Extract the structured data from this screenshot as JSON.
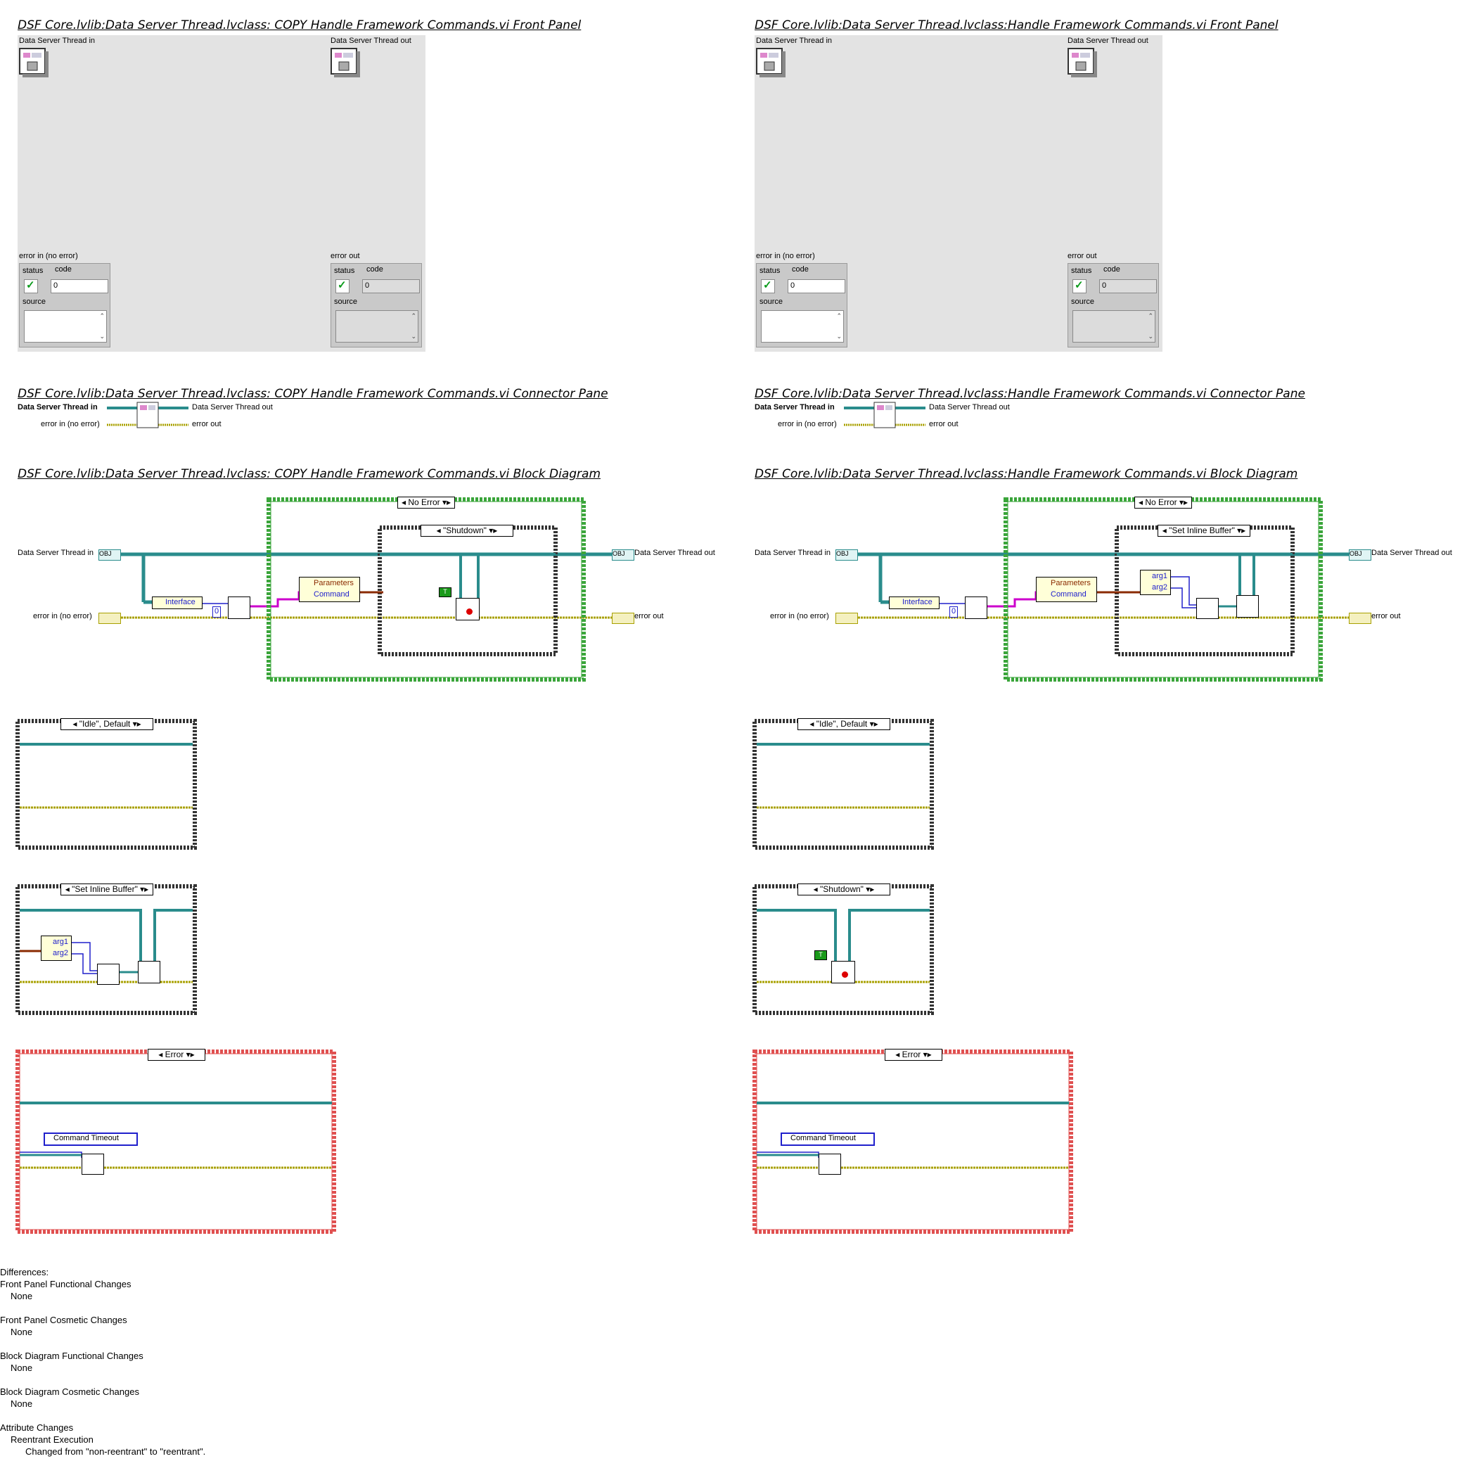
{
  "panels": [
    {
      "front_panel_title": "DSF Core.lvlib:Data Server Thread.lvclass:  COPY  Handle Framework Commands.vi Front Panel",
      "connector_pane_title": "DSF Core.lvlib:Data Server Thread.lvclass:  COPY  Handle Framework Commands.vi Connector Pane",
      "block_diagram_title": "DSF Core.lvlib:Data Server Thread.lvclass:  COPY  Handle Framework Commands.vi Block Diagram",
      "inner_case_selector": "\"Shutdown\"",
      "other_case_selector": "\"Set Inline Buffer\""
    },
    {
      "front_panel_title": "DSF Core.lvlib:Data Server Thread.lvclass:Handle Framework Commands.vi Front Panel",
      "connector_pane_title": "DSF Core.lvlib:Data Server Thread.lvclass:Handle Framework Commands.vi Connector Pane",
      "block_diagram_title": "DSF Core.lvlib:Data Server Thread.lvclass:Handle Framework Commands.vi Block Diagram",
      "inner_case_selector": "\"Set Inline Buffer\"",
      "other_case_selector": "\"Shutdown\""
    }
  ],
  "front_panel": {
    "thread_in_label": "Data Server Thread in",
    "thread_out_label": "Data Server Thread out",
    "error_in_label": "error in (no error)",
    "error_out_label": "error out",
    "status_label": "status",
    "code_label": "code",
    "code_value": "0",
    "source_label": "source"
  },
  "connector_pane": {
    "thread_in": "Data Server Thread in",
    "thread_out": "Data Server Thread out",
    "error_in": "error in (no error)",
    "error_out": "error out"
  },
  "block_diagram": {
    "thread_in": "Data Server Thread in",
    "thread_out": "Data Server Thread out",
    "error_in": "error in (no error)",
    "error_out": "error out",
    "interface_label": "Interface",
    "no_error_selector": "No Error",
    "error_selector": "Error",
    "idle_selector": "\"Idle\", Default",
    "parameters_label": "Parameters",
    "command_label": "Command",
    "arg1_label": "arg1",
    "arg2_label": "arg2",
    "zero_const": "0",
    "true_const": "T",
    "command_timeout_label": "Command Timeout",
    "obj_tag": "OBJ"
  },
  "differences": {
    "heading": "Differences:",
    "fp_functional": "Front Panel Functional Changes",
    "fp_functional_value": "None",
    "fp_cosmetic": "Front Panel Cosmetic Changes",
    "fp_cosmetic_value": "None",
    "bd_functional": "Block Diagram Functional Changes",
    "bd_functional_value": "None",
    "bd_cosmetic": "Block Diagram Cosmetic Changes",
    "bd_cosmetic_value": "None",
    "attribute": "Attribute Changes",
    "attribute_item": "Reentrant Execution",
    "attribute_detail": "Changed from \"non-reentrant\" to \"reentrant\"."
  },
  "colors": {
    "class_wire": "#2a8c8c",
    "error_wire": "#a8a000",
    "no_error_frame": "#3aa53a",
    "error_frame": "#e05050",
    "case_frame": "#333333",
    "string_wire": "#cc00cc",
    "variant_wire": "#8a2a00",
    "numeric_wire": "#2020cc"
  }
}
